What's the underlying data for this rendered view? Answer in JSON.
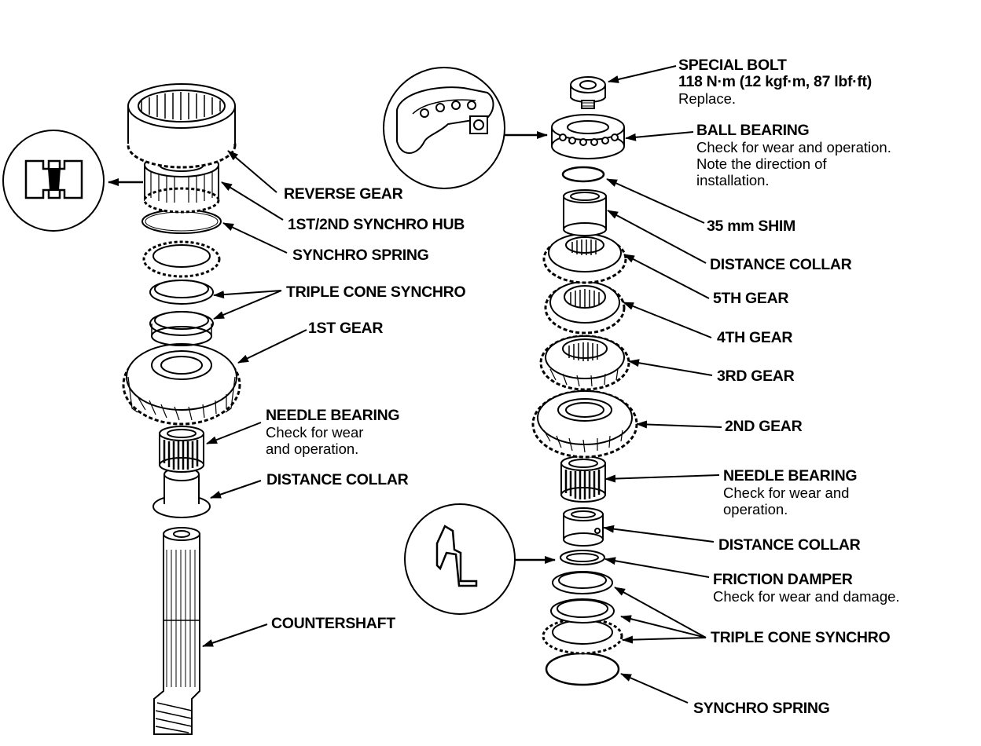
{
  "colors": {
    "ink": "#000000",
    "paper": "#ffffff",
    "fill": "#ffffff"
  },
  "left_assembly": {
    "reverse_gear": {
      "title": "REVERSE GEAR"
    },
    "synchro_hub": {
      "title": "1ST/2ND SYNCHRO HUB"
    },
    "synchro_spring": {
      "title": "SYNCHRO SPRING"
    },
    "triple_cone_synchro": {
      "title": "TRIPLE CONE SYNCHRO"
    },
    "first_gear": {
      "title": "1ST GEAR"
    },
    "needle_bearing": {
      "title": "NEEDLE BEARING",
      "note_1": "Check for wear",
      "note_2": "and operation."
    },
    "distance_collar": {
      "title": "DISTANCE COLLAR"
    },
    "countershaft": {
      "title": "COUNTERSHAFT"
    }
  },
  "right_assembly": {
    "special_bolt": {
      "title": "SPECIAL BOLT",
      "torque": "118 N·m (12 kgf·m, 87 lbf·ft)",
      "note": "Replace."
    },
    "ball_bearing": {
      "title": "BALL BEARING",
      "note_1": "Check for wear and operation.",
      "note_2": "Note the direction of",
      "note_3": "installation."
    },
    "shim": {
      "title": "35 mm SHIM"
    },
    "distance_collar_upper": {
      "title": "DISTANCE COLLAR"
    },
    "fifth_gear": {
      "title": "5TH GEAR"
    },
    "fourth_gear": {
      "title": "4TH GEAR"
    },
    "third_gear": {
      "title": "3RD GEAR"
    },
    "second_gear": {
      "title": "2ND GEAR"
    },
    "needle_bearing": {
      "title": "NEEDLE BEARING",
      "note_1": "Check for wear and",
      "note_2": "operation."
    },
    "distance_collar_lower": {
      "title": "DISTANCE COLLAR"
    },
    "friction_damper": {
      "title": "FRICTION DAMPER",
      "note": "Check for wear and damage."
    },
    "triple_cone_synchro": {
      "title": "TRIPLE CONE SYNCHRO"
    },
    "synchro_spring": {
      "title": "SYNCHRO SPRING"
    }
  },
  "callouts": {
    "hub_detail": "synchro-hub-cross-section-detail",
    "bearing_detail": "ball-bearing-cutaway-detail",
    "damper_detail": "friction-damper-profile-detail"
  }
}
